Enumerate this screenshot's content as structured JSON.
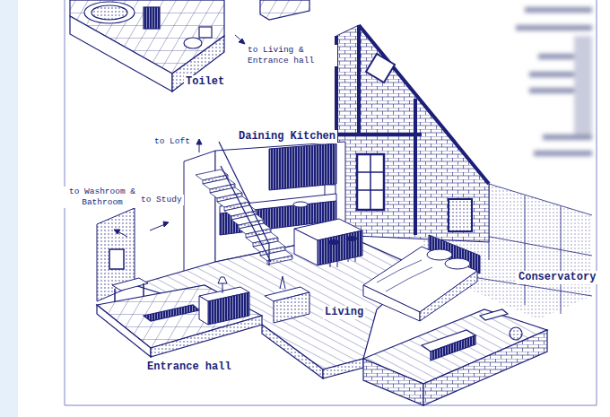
{
  "diagram": {
    "labels": [
      "Toilet",
      "to Living & Entrance hall",
      "to Loft",
      "Daining Kitchen",
      "to Washroom & Bathroom",
      "to Study",
      "Conservatory",
      "Living",
      "Entrance hall"
    ]
  }
}
